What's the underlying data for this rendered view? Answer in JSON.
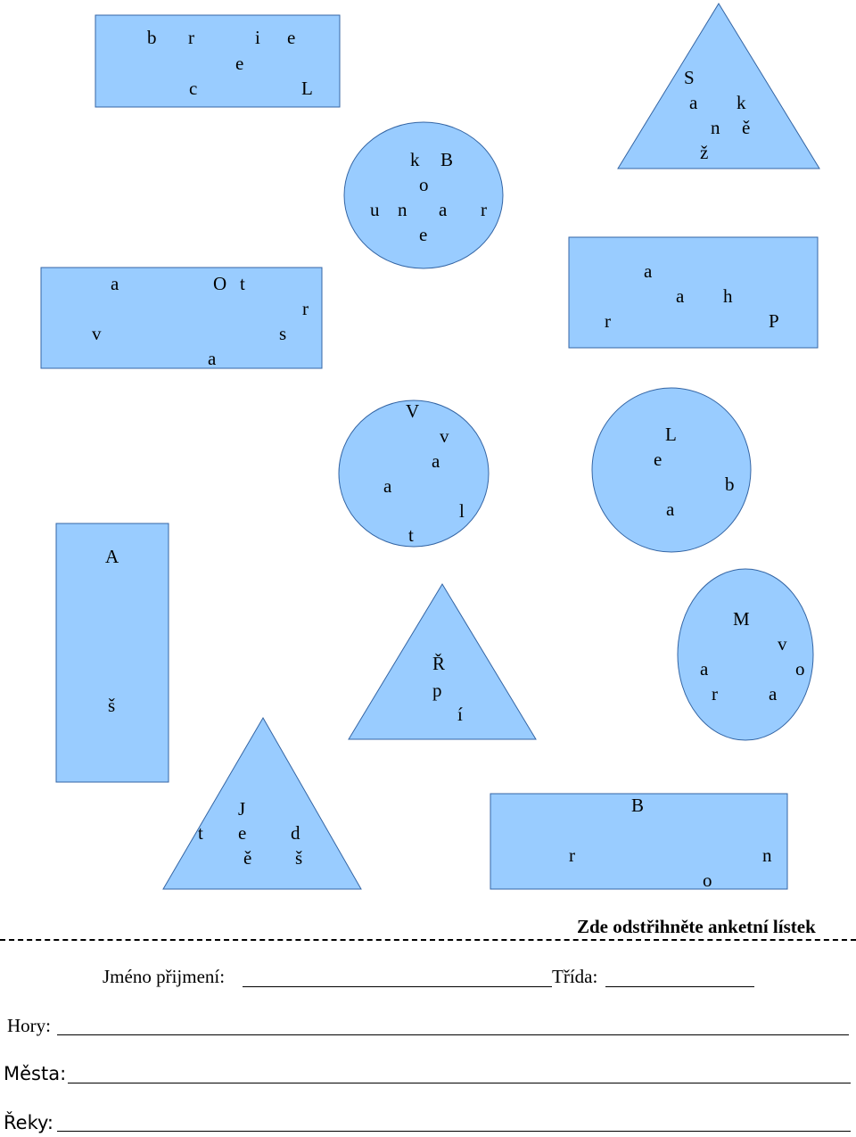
{
  "colors": {
    "shape_fill": "#99ccff",
    "shape_stroke": "#3465a4"
  },
  "shapes": [
    {
      "id": "rect-cebrile",
      "letters": [
        "b",
        "r",
        "i",
        "e",
        "e",
        "c",
        "L"
      ]
    },
    {
      "id": "circle-bounker",
      "letters": [
        "k",
        "B",
        "o",
        "u",
        "n",
        "a",
        "r",
        "e"
      ]
    },
    {
      "id": "triangle-sankze",
      "letters": [
        "S",
        "a",
        "k",
        "n",
        "ě",
        "ž"
      ]
    },
    {
      "id": "rect-ostrava",
      "letters": [
        "a",
        "O",
        "t",
        "r",
        "v",
        "s",
        "a"
      ]
    },
    {
      "id": "rect-praha",
      "letters": [
        "a",
        "a",
        "h",
        "r",
        "P"
      ]
    },
    {
      "id": "circle-vltava",
      "letters": [
        "V",
        "v",
        "a",
        "a",
        "l",
        "t"
      ]
    },
    {
      "id": "circle-labe",
      "letters": [
        "L",
        "e",
        "b",
        "a"
      ]
    },
    {
      "id": "rect-as",
      "letters": [
        "A",
        "š"
      ]
    },
    {
      "id": "triangle-rip",
      "letters": [
        "Ř",
        "p",
        "í"
      ]
    },
    {
      "id": "circle-morava",
      "letters": [
        "M",
        "v",
        "a",
        "o",
        "r",
        "a"
      ]
    },
    {
      "id": "triangle-jested",
      "letters": [
        "J",
        "t",
        "e",
        "d",
        "ě",
        "š"
      ]
    },
    {
      "id": "rect-brno",
      "letters": [
        "B",
        "r",
        "n",
        "o"
      ]
    }
  ],
  "cutoff": {
    "title": "Zde odstřihněte anketní lístek"
  },
  "form": {
    "name_label": "Jméno přijmení:",
    "class_label": "Třída:",
    "mountains_label": "Hory:",
    "cities_label": "Města:",
    "rivers_label": "Řeky:"
  }
}
